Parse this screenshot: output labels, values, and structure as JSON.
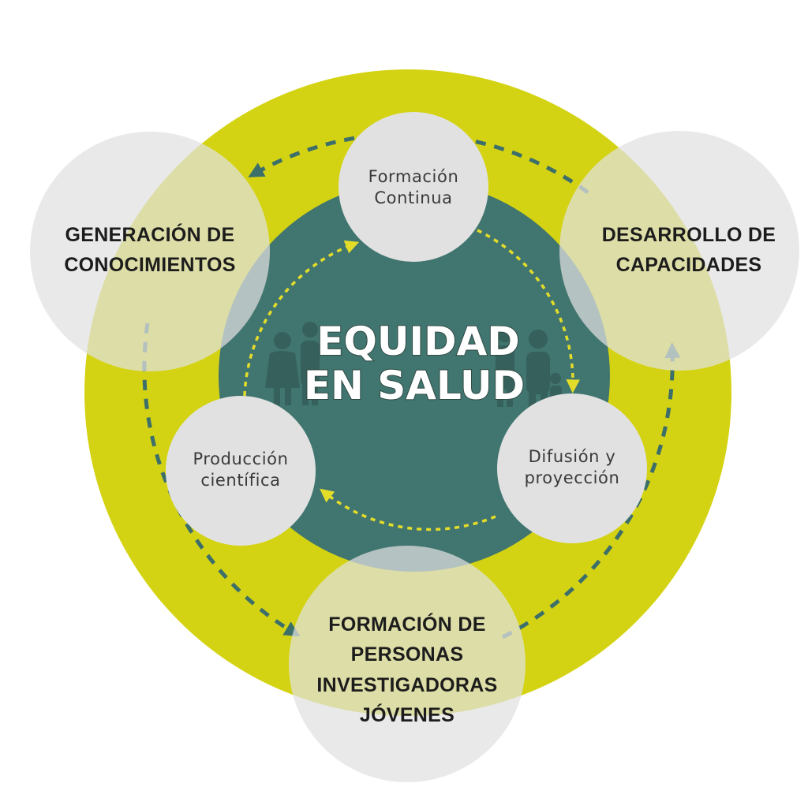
{
  "center": {
    "line1": "EQUIDAD",
    "line2": "EN SALUD"
  },
  "outer_nodes": {
    "generacion": {
      "line1": "GENERACIÓN DE",
      "line2": "CONOCIMIENTOS"
    },
    "desarrollo": {
      "line1": "DESARROLLO DE",
      "line2": "CAPACIDADES"
    },
    "formacion_personas": {
      "line1": "FORMACIÓN DE",
      "line2": "PERSONAS",
      "line3": "INVESTIGADORAS",
      "line4": "JÓVENES"
    }
  },
  "inner_nodes": {
    "formacion_continua": {
      "line1": "Formación",
      "line2": "Continua"
    },
    "difusion": {
      "line1": "Difusión y",
      "line2": "proyección"
    },
    "produccion": {
      "line1": "Producción",
      "line2": "científica"
    }
  },
  "colors": {
    "outer_ring": "#d4d313",
    "inner_disc": "#41756f",
    "node_fill": "#e1e1e1",
    "outer_arrow": "#3d6f6a",
    "inner_arrow": "#e3dd2a"
  },
  "icons": {
    "people": "family-silhouette-icon"
  }
}
